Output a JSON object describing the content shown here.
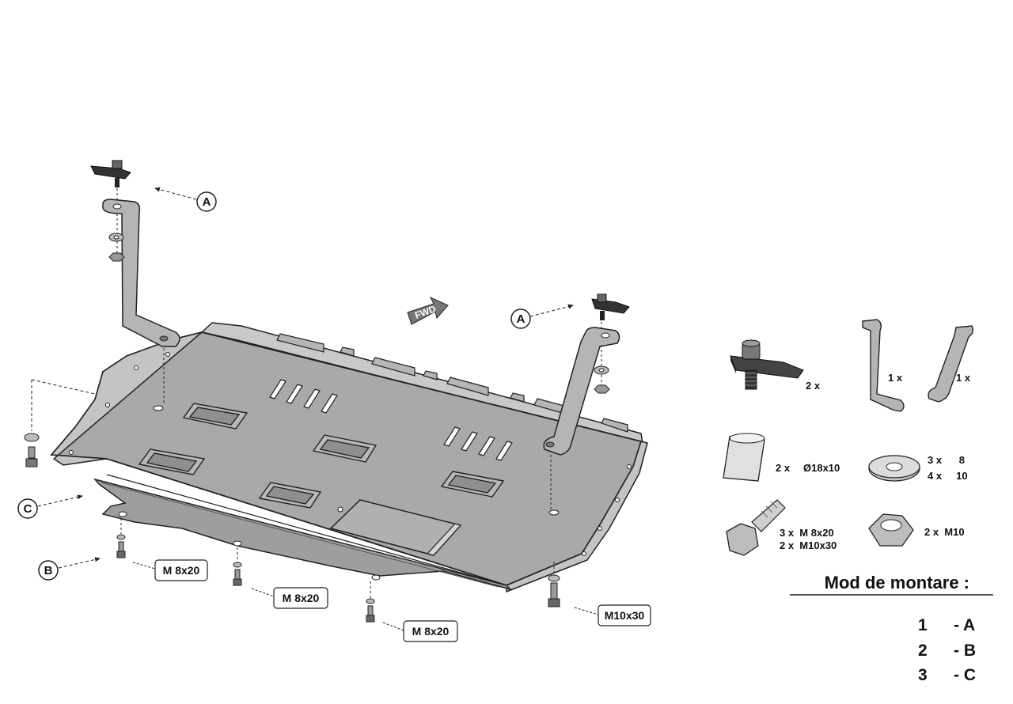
{
  "callouts": {
    "a_left": "A",
    "a_right": "A",
    "b": "B",
    "c": "C"
  },
  "fwd_label": "FWD",
  "bolt_tags": {
    "tag1": "M 8x20",
    "tag2": "M 8x20",
    "tag3": "M 8x20",
    "tag4": "M10x30"
  },
  "parts": {
    "clamp_qty": "2 x",
    "bracket_left_qty": "1 x",
    "bracket_right_qty": "1 x",
    "spacer_qty": "2 x",
    "spacer_size": "Ø18x10",
    "washer_line1": "3 x      8",
    "washer_line2": "4 x     10",
    "bolt_line1": "3 x  M 8x20",
    "bolt_line2": "2 x  M10x30",
    "nut_label": "2 x  M10"
  },
  "mounting": {
    "title": "Mod de montare :",
    "rows": [
      {
        "num": "1",
        "letter": "- A"
      },
      {
        "num": "2",
        "letter": "- B"
      },
      {
        "num": "3",
        "letter": "- C"
      }
    ]
  },
  "colors": {
    "plate": "#a7a7a7",
    "plate_dark": "#8c8c8c",
    "plate_light": "#c4c4c4",
    "metal": "#9a9a9a",
    "line": "#222222"
  }
}
